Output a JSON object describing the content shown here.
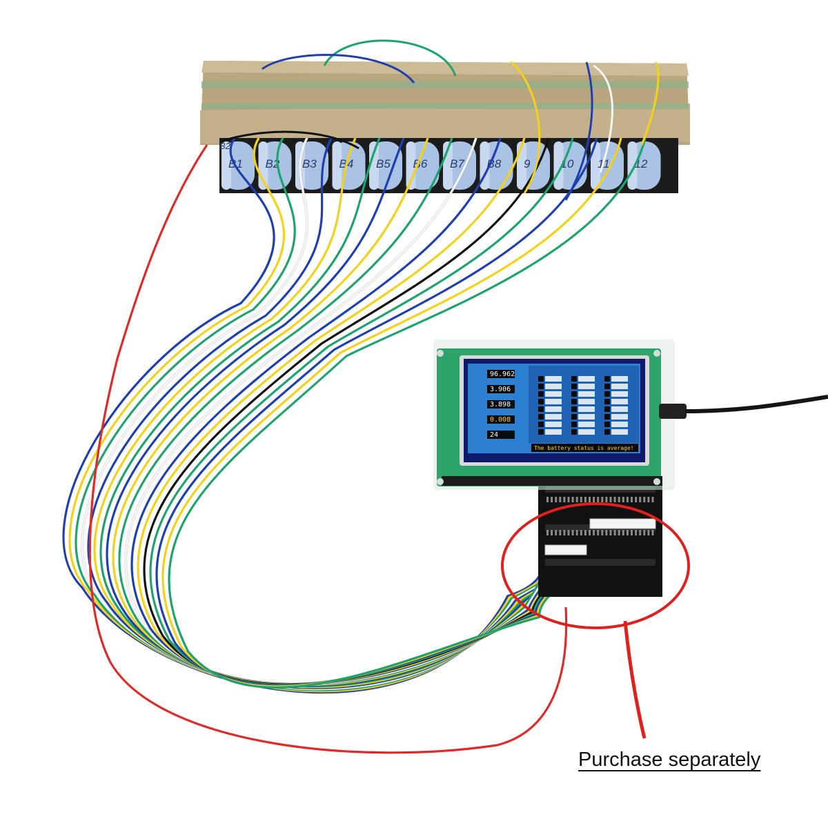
{
  "battery_pack": {
    "cell_labels": [
      "B2",
      "B1",
      "B2",
      "B3",
      "B4",
      "B5",
      "B6",
      "B7",
      "B8",
      "9",
      "10",
      "11",
      "12"
    ]
  },
  "tester_screen": {
    "left_values": [
      "96.962",
      "3.906",
      "3.898",
      "0.008",
      "24"
    ],
    "status_message": "The battery status is average!"
  },
  "wire_colors": {
    "red": "#e02a2a",
    "blue": "#1f3fb0",
    "yellow": "#f2d21a",
    "green": "#1fa36e",
    "black": "#111111",
    "white": "#f4f4f4"
  },
  "annotation": {
    "color": "#e0201c",
    "caption": "Purchase separately"
  }
}
